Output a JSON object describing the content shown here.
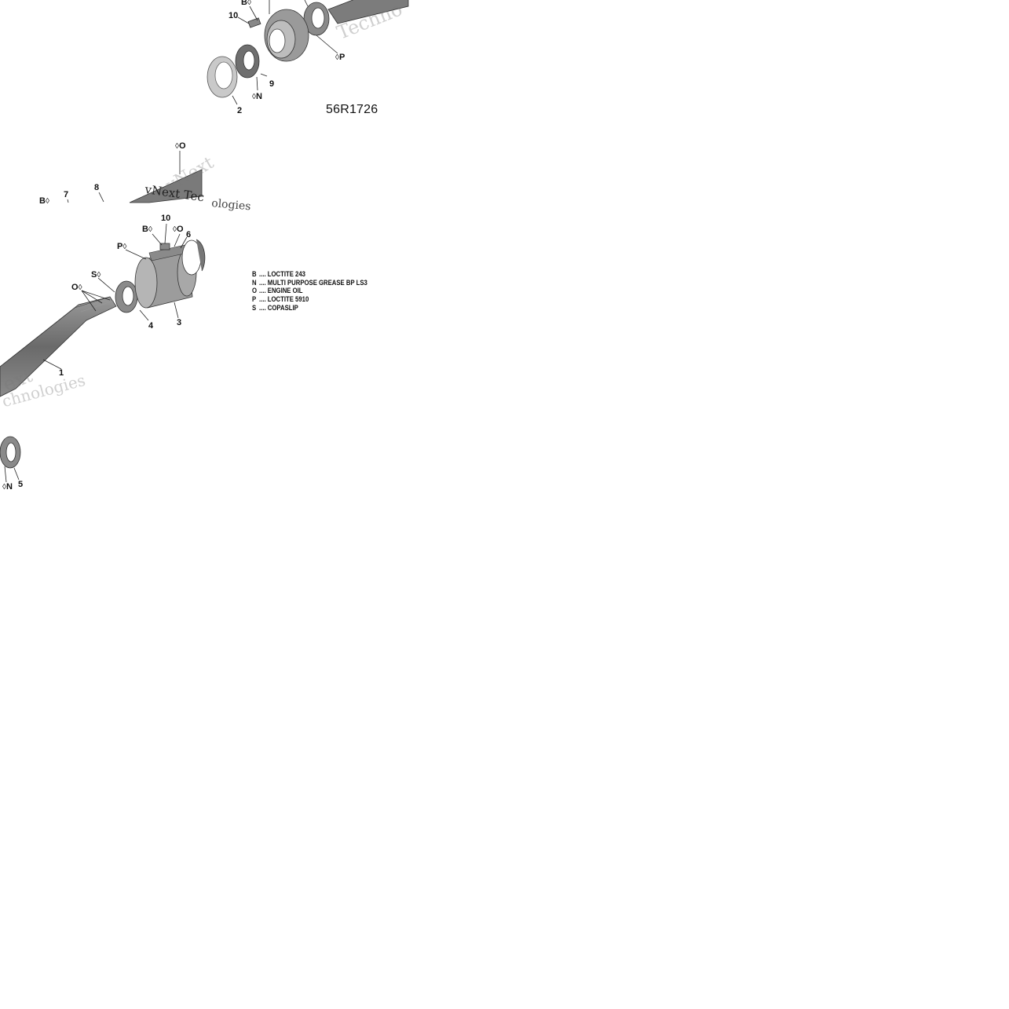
{
  "diagram_id": "56R1726",
  "watermark": {
    "line1": "vNext",
    "line2": "Technologies",
    "top_fragment": "Techno",
    "mid_fragment": "vNext Tec",
    "mid_fragment2": "ologies",
    "left_fragment1": "ext",
    "left_fragment2": "chnologies"
  },
  "part_labels": {
    "p1": "1",
    "p2": "2",
    "p3": "3",
    "p4": "4",
    "p5": "5",
    "p6": "6",
    "p7": "7",
    "p8": "8",
    "p9": "9",
    "p10_top": "10",
    "p10_mid": "10"
  },
  "material_tags": {
    "B_top": "B",
    "P_top": "P",
    "N_top": "N",
    "O_mid_top": "O",
    "B_mid": "B",
    "B_left": "B",
    "O_mid": "O",
    "P_mid": "P",
    "S_mid": "S",
    "O_left": "O",
    "N_bottom": "N"
  },
  "legend": [
    {
      "code": "B",
      "text": ".... LOCTITE 243"
    },
    {
      "code": "N",
      "text": ".... MULTI PURPOSE GREASE BP LS3"
    },
    {
      "code": "O",
      "text": ".... ENGINE OIL"
    },
    {
      "code": "P",
      "text": ".... LOCTITE 5910"
    },
    {
      "code": "S",
      "text": ".... COPASLIP"
    }
  ],
  "colors": {
    "part_fill": "#8c8c8c",
    "part_dark": "#555555",
    "line": "#222222",
    "background": "#ffffff"
  }
}
